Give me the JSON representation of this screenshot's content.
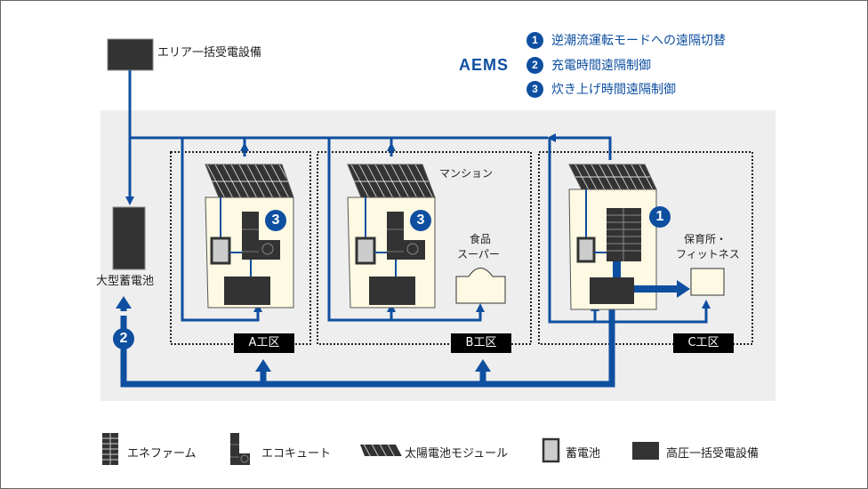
{
  "aems": {
    "title": "AEMS",
    "items": [
      {
        "num": "1",
        "label": "逆潮流運転モードへの遠隔切替"
      },
      {
        "num": "2",
        "label": "充電時間遠隔制御"
      },
      {
        "num": "3",
        "label": "炊き上げ時間遠隔制御"
      }
    ]
  },
  "nodes": {
    "area_receiver": "エリア一括受電設備",
    "big_battery": "大型蓄電池",
    "mansion": "マンション",
    "supermarket": "食品\nスーパー",
    "supermarket_line1": "食品",
    "supermarket_line2": "スーパー",
    "nursery_line1": "保育所・",
    "nursery_line2": "フィットネス"
  },
  "zones": [
    "A工区",
    "B工区",
    "C工区"
  ],
  "control_badges": {
    "a": "3",
    "b": "3",
    "c": "1",
    "battery": "2"
  },
  "legend": [
    {
      "icon": "ene-farm-icon",
      "label": "エネファーム"
    },
    {
      "icon": "eco-cute-icon",
      "label": "エコキュート"
    },
    {
      "icon": "solar-module-icon",
      "label": "太陽電池モジュール"
    },
    {
      "icon": "storage-battery-icon",
      "label": "蓄電池"
    },
    {
      "icon": "hv-receiver-icon",
      "label": "高圧一括受電設備"
    }
  ],
  "colors": {
    "line": "#0e4fa0",
    "equipment": "#333333",
    "building": "#fdf9e3",
    "area_bg": "#eeeeee"
  }
}
